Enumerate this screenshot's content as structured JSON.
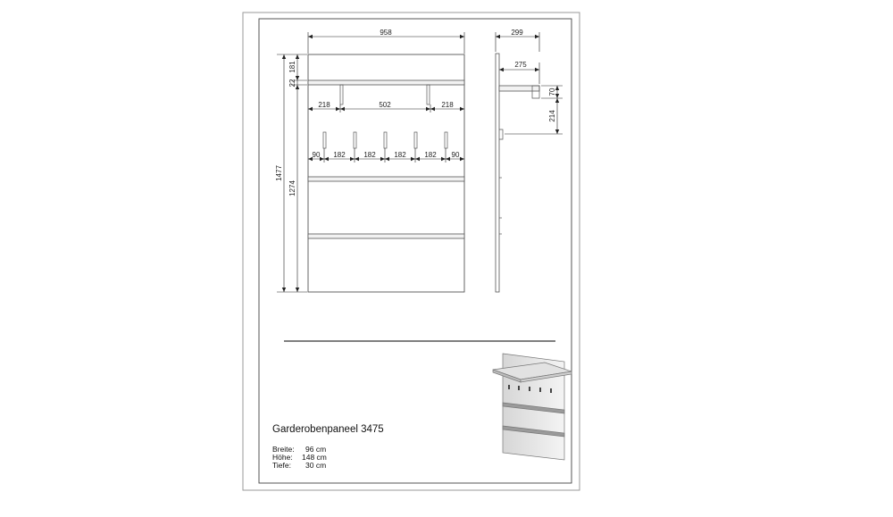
{
  "front_view": {
    "width": "958",
    "shelf_top": "181",
    "shelf_thickness": "22",
    "total_height": "1477",
    "lower_height": "1274",
    "bracket_left": "218",
    "bracket_mid": "502",
    "bracket_right": "218",
    "hook_spacing": [
      "90",
      "182",
      "182",
      "182",
      "182",
      "90"
    ]
  },
  "side_view": {
    "depth": "299",
    "shelf_depth": "275",
    "bracket_h1": "70",
    "bracket_h2": "214"
  },
  "product": {
    "title": "Garderobenpaneel 3475",
    "specs": [
      {
        "label": "Breite:",
        "value": "96 cm"
      },
      {
        "label": "Höhe:",
        "value": "148 cm"
      },
      {
        "label": "Tiefe:",
        "value": "30 cm"
      }
    ]
  }
}
